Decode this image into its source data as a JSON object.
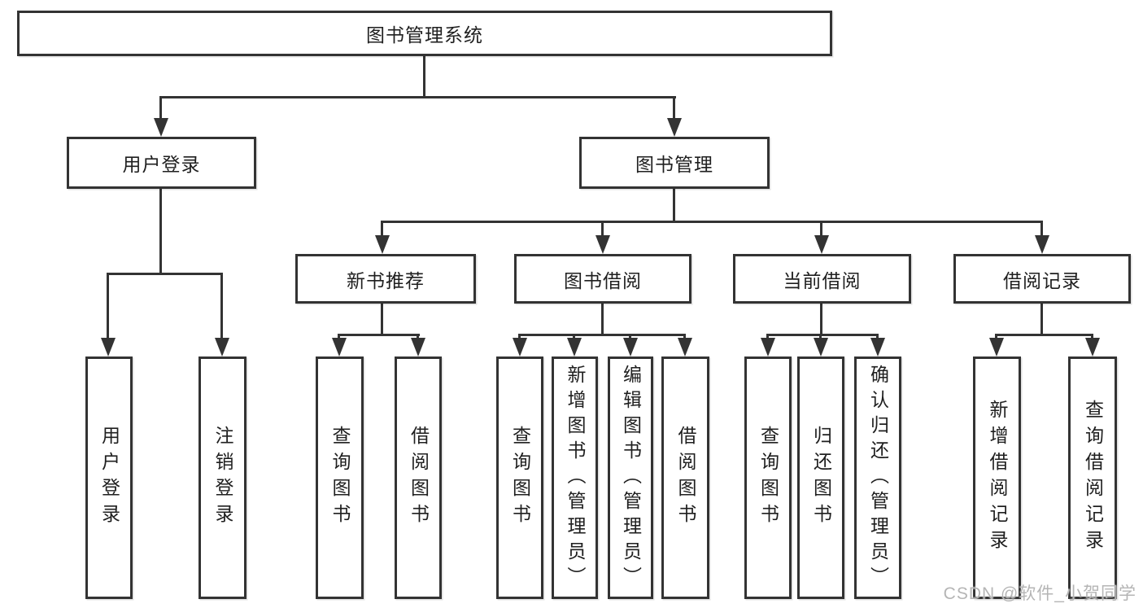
{
  "diagram": {
    "title_box": {
      "label": "图书管理系统"
    },
    "level2": {
      "user_login": {
        "label": "用户登录"
      },
      "book_management": {
        "label": "图书管理"
      }
    },
    "level3": {
      "new_book_recommend": {
        "label": "新书推荐"
      },
      "book_borrow": {
        "label": "图书借阅"
      },
      "current_borrow": {
        "label": "当前借阅"
      },
      "borrow_records": {
        "label": "借阅记录"
      }
    },
    "leaves": {
      "user_login_leaf": {
        "label": "用户登录"
      },
      "logout": {
        "label": "注销登录"
      },
      "nb_query_books": {
        "label": "查询图书"
      },
      "nb_borrow_books": {
        "label": "借阅图书"
      },
      "bb_query_books": {
        "label": "查询图书"
      },
      "bb_add_books": {
        "label": "新增图书（管理员）"
      },
      "bb_edit_books": {
        "label": "编辑图书（管理员）"
      },
      "bb_borrow_books": {
        "label": "借阅图书"
      },
      "cb_query_books": {
        "label": "查询图书"
      },
      "cb_return_books": {
        "label": "归还图书"
      },
      "cb_confirm_return": {
        "label": "确认归还（管理员）"
      },
      "br_add_record": {
        "label": "新增借阅记录"
      },
      "br_query_record": {
        "label": "查询借阅记录"
      }
    },
    "watermark": {
      "text": "CSDN @软件_小贺同学"
    },
    "colors": {
      "line": "#333333",
      "box_border": "#333333",
      "text": "#1f1f1f",
      "watermark": "#b5b5b5",
      "background": "#ffffff"
    }
  }
}
